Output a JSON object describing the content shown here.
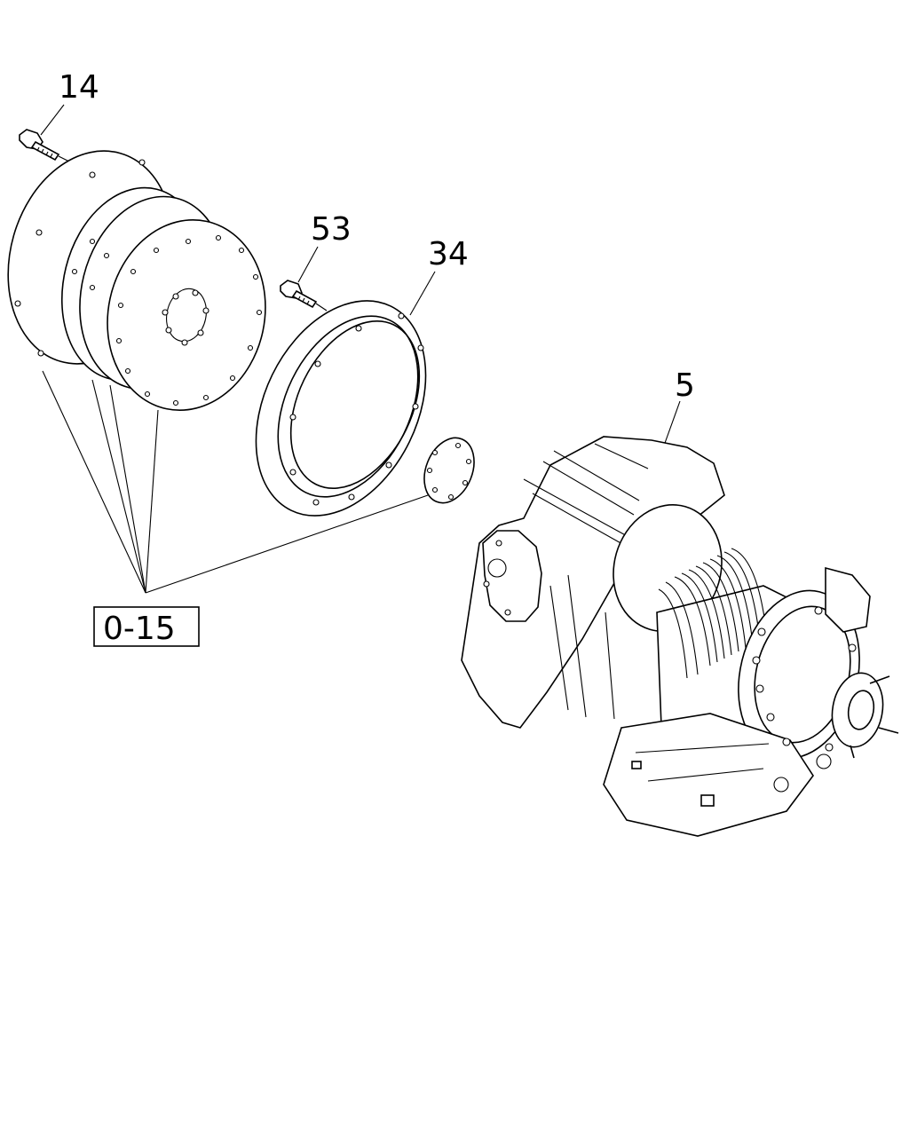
{
  "callouts": {
    "bolt_flexplate": "14",
    "bolt_housing": "53",
    "adapter_ring": "34",
    "transmission": "5"
  },
  "reference_box": "0-15"
}
